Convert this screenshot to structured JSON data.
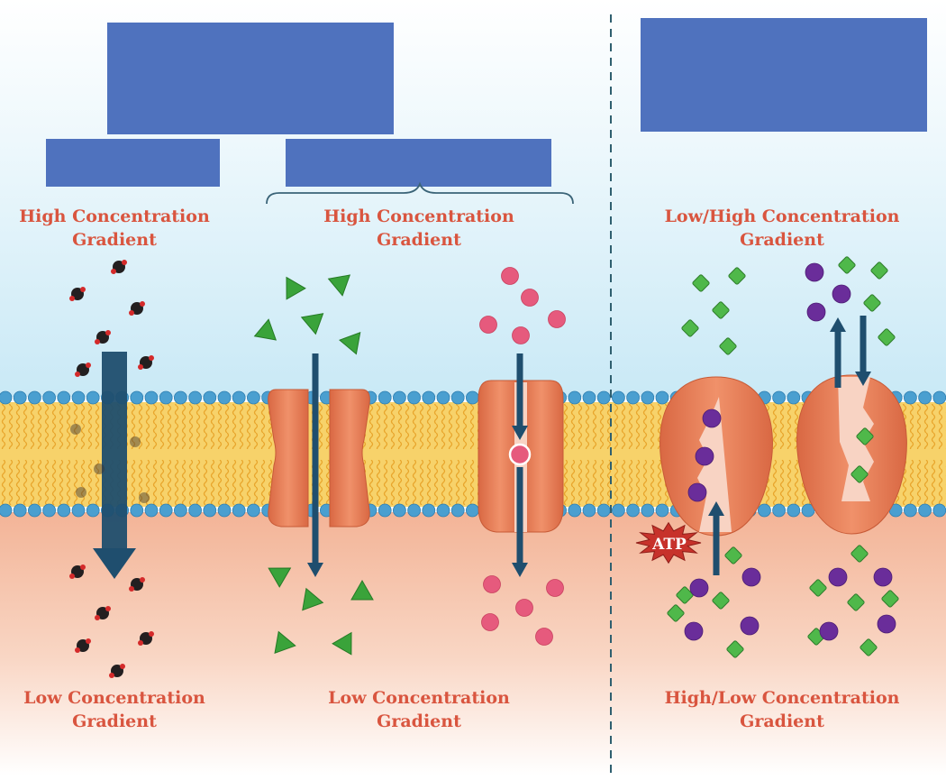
{
  "labels": {
    "passive_top": "High Concentration\nGradient",
    "facilitated_top": "High Concentration\nGradient",
    "active_top": "Low/High Concentration\nGradient",
    "passive_bottom": "Low Concentration\nGradient",
    "facilitated_bottom": "Low Concentration\nGradient",
    "active_bottom": "High/Low Concentration\nGradient",
    "atp": "ATP"
  },
  "colors": {
    "label_red": "#d9553f",
    "blank_box": "#4f72be",
    "phosphate_head": "#4a9fd0",
    "lipid_tail": "#f2b233",
    "protein": "#e07a52",
    "protein_channel": "#f8d3c3",
    "arrow": "#1f4e6e",
    "triangle": "#3aa33a",
    "pink_ion": "#e65a7d",
    "green_cube": "#4fb84a",
    "purple_ion": "#6a2d9a",
    "atp_star": "#c7322b",
    "top_bg": "#d8eef8",
    "bottom_bg": "#f5c0a6"
  },
  "icons": {
    "blank_box": "blank-label-box",
    "arrow": "arrow",
    "molecule": "molecule",
    "triangle": "triangle-molecule",
    "ion": "ion",
    "cube": "cube-molecule",
    "atp_star": "atp-star",
    "divider": "dashed-divider"
  }
}
